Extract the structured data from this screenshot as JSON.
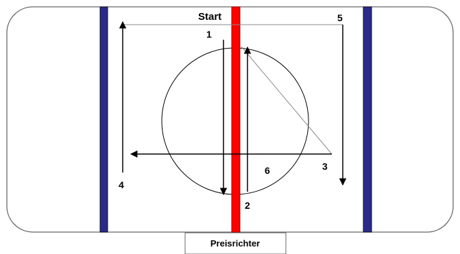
{
  "diagram": {
    "start_label": "Start",
    "judge_label": "Preisrichter",
    "step_labels": [
      "1",
      "2",
      "3",
      "4",
      "5",
      "6"
    ]
  },
  "colors": {
    "rink_border": "#666666",
    "blue_line": "#2a2a8a",
    "red_line": "#ff0000",
    "red_line_edge": "#990000",
    "arrows": "#000000",
    "thin_line": "#8a8a8a",
    "background": "#ffffff"
  }
}
